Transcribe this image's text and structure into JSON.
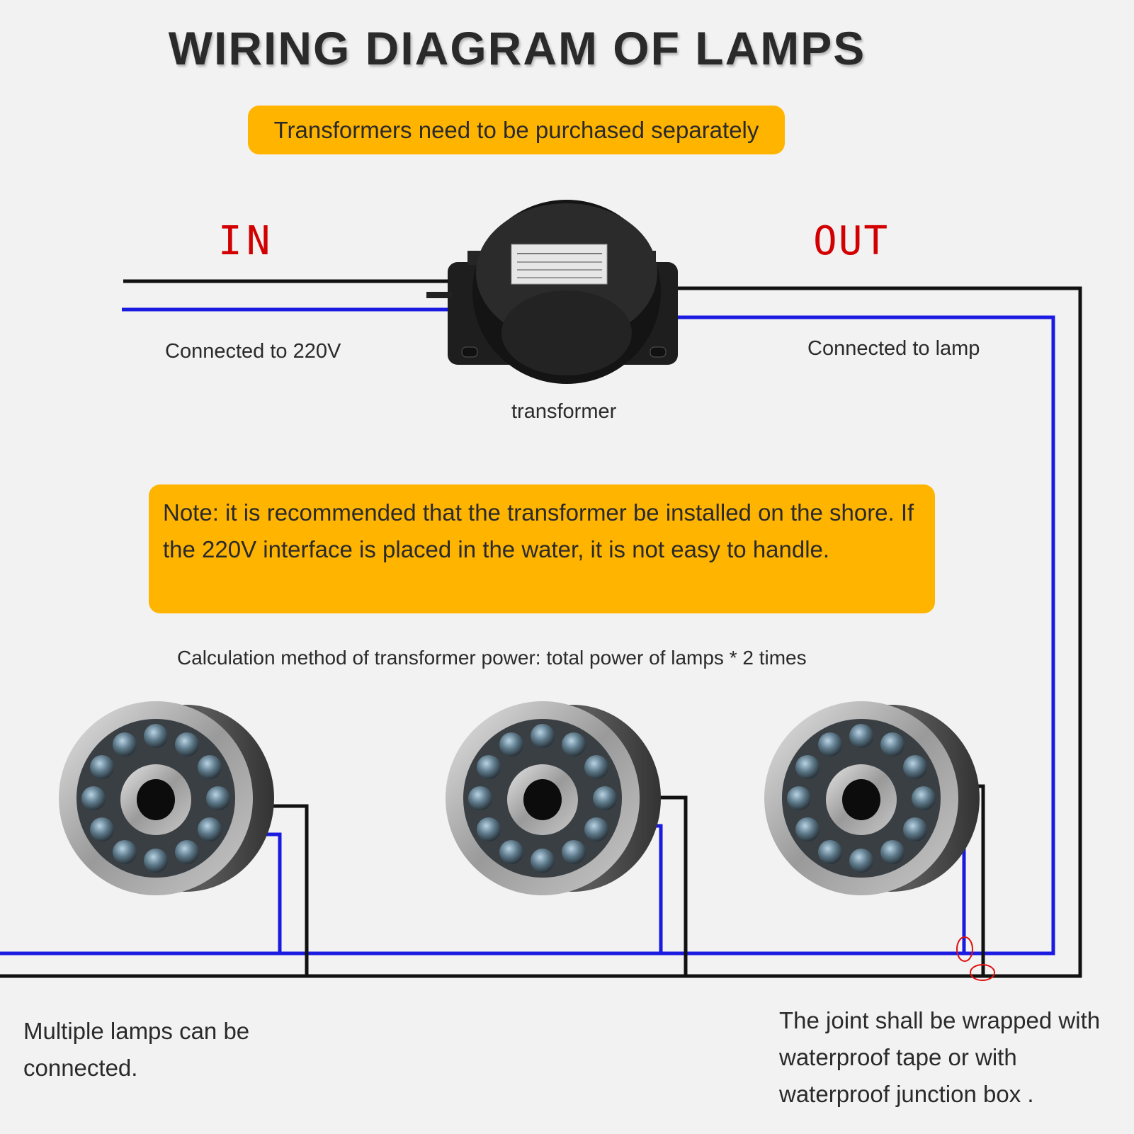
{
  "title": "WIRING DIAGRAM OF LAMPS",
  "purchase_banner": "Transformers need to be purchased separately",
  "labels": {
    "in": "IN",
    "out": "OUT",
    "connected_220": "Connected to 220V",
    "connected_lamp": "Connected to lamp",
    "transformer": "transformer"
  },
  "note": "Note: it is recommended that the transformer be installed on the shore. If the 220V interface is placed in the water, it is not easy to handle.",
  "calculation": "Calculation method of transformer power: total power of lamps * 2 times",
  "multiple_lamps": "Multiple lamps can be connected.",
  "joint_note": "The joint shall be wrapped with waterproof tape or with waterproof junction box .",
  "colors": {
    "banner": "#ffb400",
    "io_label": "#d20000",
    "wire_black": "#111111",
    "wire_blue": "#1a1ae0",
    "joint_marker": "#e01010"
  },
  "icons": [
    "transformer-device",
    "underwater-lamp",
    "underwater-lamp",
    "underwater-lamp"
  ]
}
